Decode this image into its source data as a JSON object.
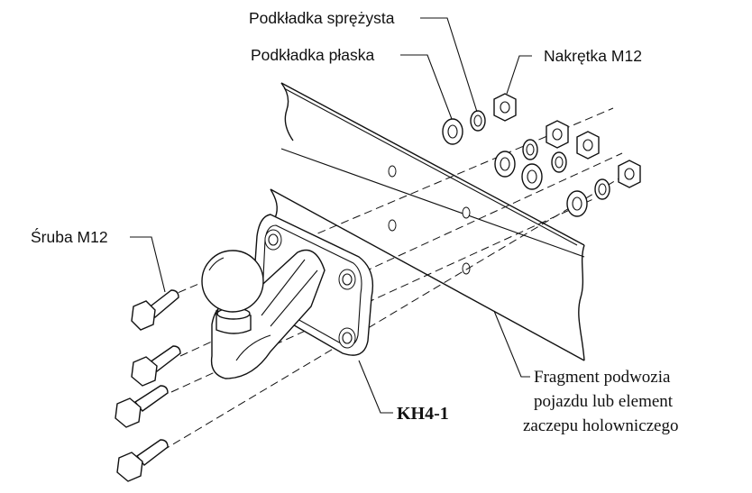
{
  "labels": {
    "spring_washer": "Podkładka sprężysta",
    "flat_washer": "Podkładka płaska",
    "nut": "Nakrętka M12",
    "bolt": "Śruba M12",
    "chassis_line1": "Fragment podwozia",
    "chassis_line2": "pojazdu lub element",
    "chassis_line3": "zaczepu holowniczego",
    "part_code": "KH4-1"
  },
  "colors": {
    "line": "#111111",
    "background": "#ffffff"
  }
}
